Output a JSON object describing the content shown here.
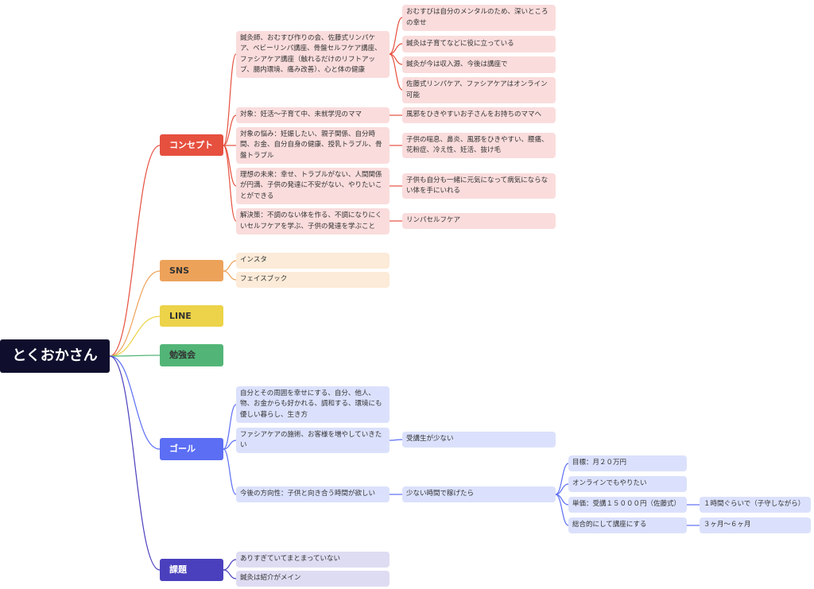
{
  "root": "とくおかさん",
  "branches": {
    "concept": {
      "label": "コンセプト",
      "n1": "鍼灸師、おむすび作りの会、佐藤式リンパケア、ベビーリンパ講座、骨盤セルフケア講座、ファシアケア講座（触れるだけのリフトアップ、腸内環境、痛み改善）、心と体の健康",
      "n1a": "おむすびは自分のメンタルのため、深いところの幸せ",
      "n1b": "鍼灸は子育てなどに役に立っている",
      "n1c": "鍼灸が今は収入源、今後は講座で",
      "n1d": "佐藤式リンパケア、ファシアケアはオンライン可能",
      "n2": "対象：妊活〜子育て中、未就学児のママ",
      "n2a": "風邪をひきやすいお子さんをお持ちのママへ",
      "n3": "対象の悩み：妊娠したい、親子関係、自分時間、お金、自分自身の健康、授乳トラブル、骨盤トラブル",
      "n3a": "子供の喘息、鼻炎、風邪をひきやすい、腰痛、花粉症、冷え性、妊活、抜け毛",
      "n4": "理想の未来：幸せ、トラブルがない、人間関係が円満、子供の発達に不安がない、やりたいことができる",
      "n4a": "子供も自分も一緒に元気になって病気にならない体を手にいれる",
      "n5": "解決策：不調のない体を作る、不調になりにくいセルフケアを学ぶ、子供の発達を学ぶこと",
      "n5a": "リンパセルフケア"
    },
    "sns": {
      "label": "SNS",
      "n1": "インスタ",
      "n2": "フェイスブック"
    },
    "line": {
      "label": "LINE"
    },
    "study": {
      "label": "勉強会"
    },
    "goal": {
      "label": "ゴール",
      "n1": "自分とその周囲を幸せにする、自分、他人、物、お金からも好かれる、調和する、環境にも優しい暮らし、生き方",
      "n2": "ファシアケアの施術、お客様を増やしていきたい",
      "n2a": "受講生が少ない",
      "n3": "今後の方向性：子供と向き合う時間が欲しい",
      "n3a": "少ない時間で稼げたら",
      "n3a1": "目標：月２０万円",
      "n3a2": "オンラインでもやりたい",
      "n3a3": "単価：受講１５０００円（佐藤式）",
      "n3a3a": "１時間ぐらいで（子守しながら）",
      "n3a4": "総合的にして講座にする",
      "n3a4a": "３ヶ月〜６ヶ月"
    },
    "issue": {
      "label": "課題",
      "n1": "ありすぎていてまとまっていない",
      "n2": "鍼灸は紹介がメイン"
    }
  },
  "colors": {
    "root": "#0f0f2d",
    "concept": "#e6503f",
    "sns": "#eda25a",
    "line": "#ecd349",
    "study": "#52b577",
    "goal": "#5b6ef4",
    "issue": "#4a40bd"
  }
}
